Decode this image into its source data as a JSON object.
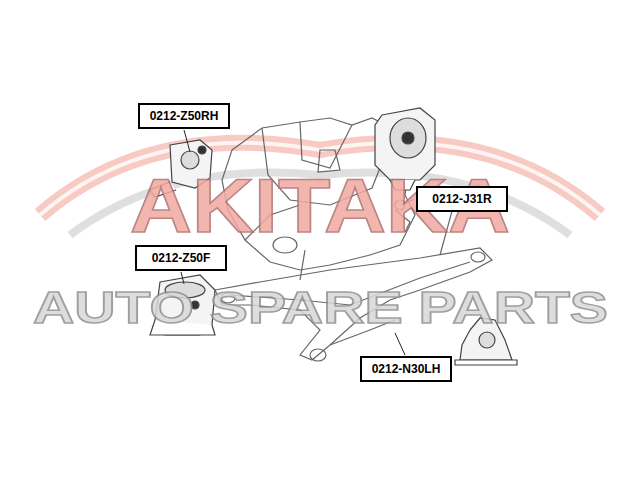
{
  "diagram": {
    "nodes": [
      {
        "text": [
          "0212-Z50RH"
        ]
      },
      {
        "text": [
          "0212-Z50F"
        ]
      },
      {
        "text": [
          "0212-J31R"
        ]
      },
      {
        "text": [
          "0212-N30LH"
        ]
      }
    ],
    "labels": [
      "AKITAKA",
      "AUTO SPARE PARTS"
    ]
  }
}
